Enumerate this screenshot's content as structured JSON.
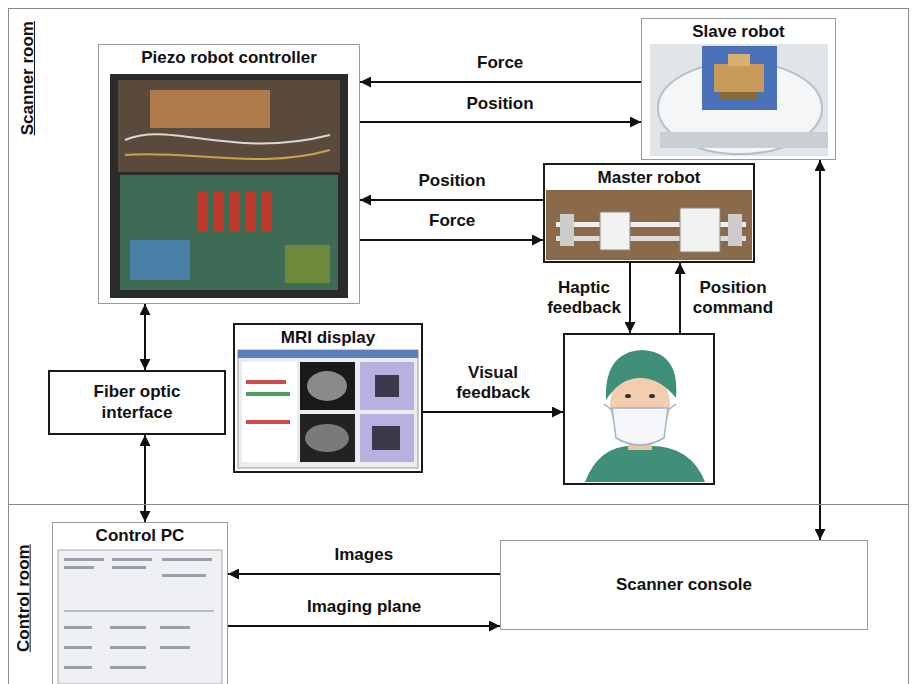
{
  "diagram": {
    "nodes": [
      {
        "text": [
          "Scanner room"
        ]
      },
      {
        "text": [
          "Piezo robot controller"
        ],
        "in": 0
      },
      {
        "text": [
          "Slave robot"
        ],
        "in": 0
      },
      {
        "text": [
          "Master robot"
        ],
        "in": 0
      },
      {
        "text": [
          "MRI display"
        ],
        "in": 0
      },
      {
        "text": [],
        "in": 0
      },
      {
        "text": [
          "Fiber optic interface"
        ],
        "in": 0
      },
      {
        "text": [
          "Control room"
        ]
      },
      {
        "text": [
          "Control PC"
        ],
        "in": 7
      },
      {
        "text": [
          "Scanner console"
        ],
        "in": 7
      }
    ],
    "edges": [
      {
        "from": 2,
        "to": 1,
        "label": "Force",
        "arrow": "to"
      },
      {
        "from": 1,
        "to": 2,
        "label": "Position",
        "arrow": "to"
      },
      {
        "from": 3,
        "to": 1,
        "label": "Position",
        "arrow": "to"
      },
      {
        "from": 1,
        "to": 3,
        "label": "Force",
        "arrow": "to"
      },
      {
        "from": 3,
        "to": 5,
        "label": "Haptic feedback",
        "arrow": "to"
      },
      {
        "from": 5,
        "to": 3,
        "label": "Position command",
        "arrow": "to"
      },
      {
        "from": 4,
        "to": 5,
        "label": "Visual feedback",
        "arrow": "to"
      },
      {
        "from": 1,
        "to": 6,
        "arrow": "both"
      },
      {
        "from": 6,
        "to": 8,
        "arrow": "both"
      },
      {
        "from": 2,
        "to": 9,
        "arrow": "both"
      },
      {
        "from": 9,
        "to": 8,
        "label": "Images",
        "arrow": "to"
      },
      {
        "from": 8,
        "to": 9,
        "label": "Imaging plane",
        "arrow": "to"
      }
    ]
  }
}
